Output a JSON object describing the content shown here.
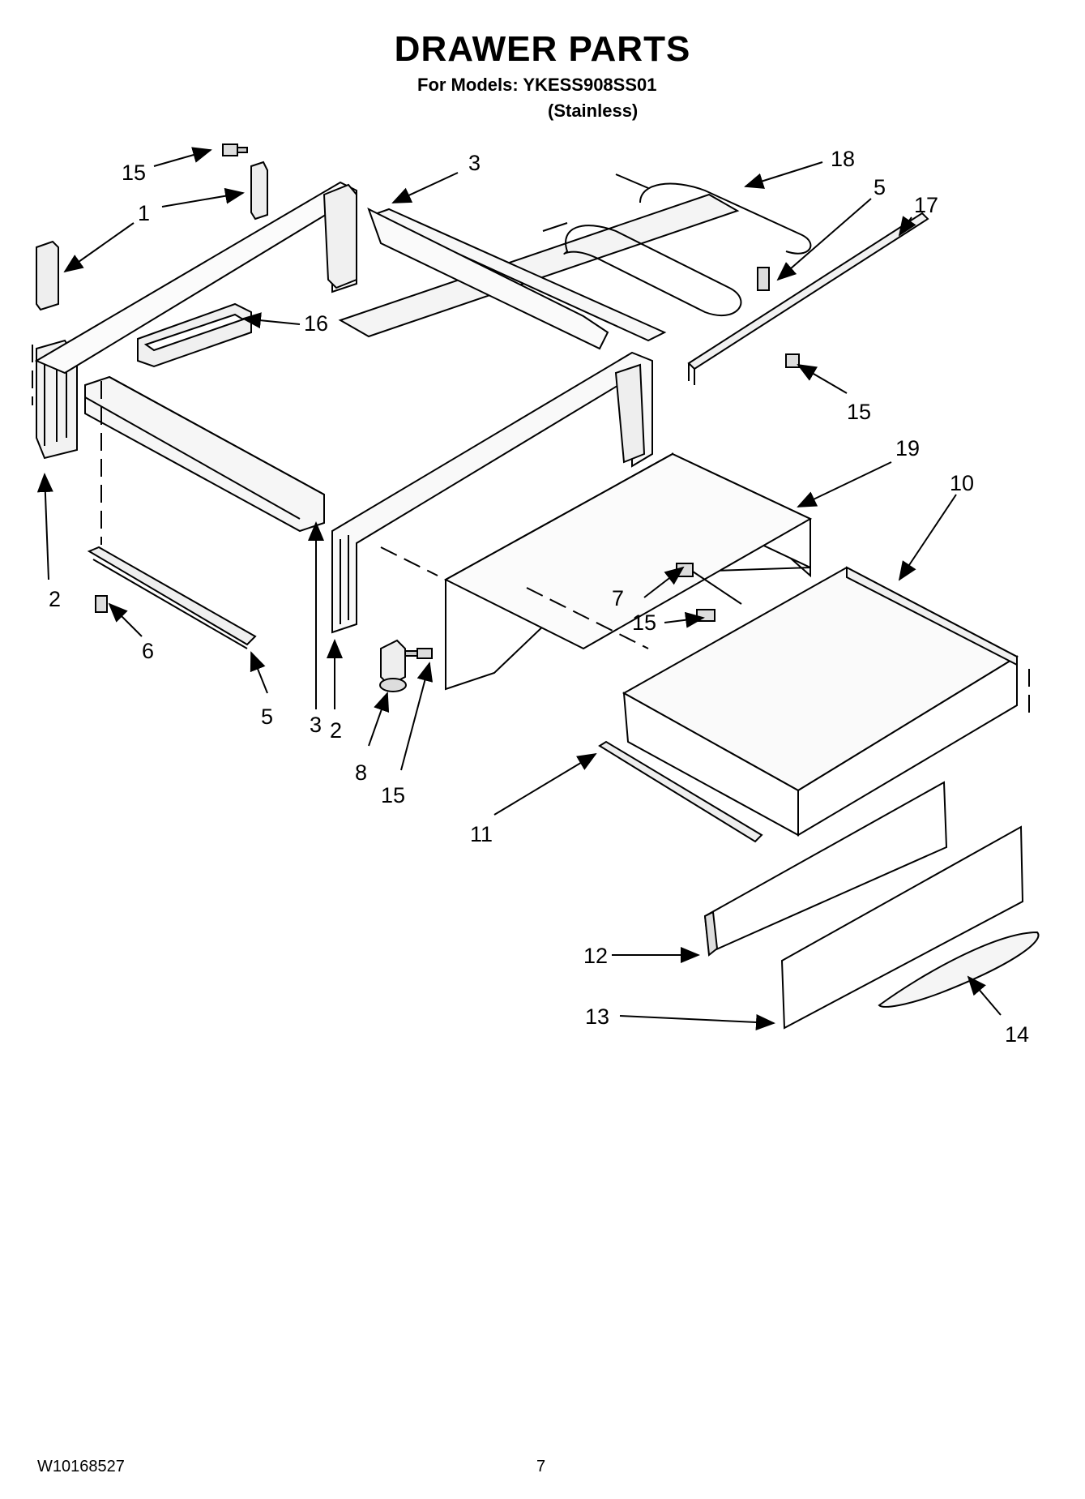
{
  "header": {
    "title": "DRAWER PARTS",
    "models_line": "For Models: YKESS908SS01",
    "variant_line": "(Stainless)"
  },
  "footer": {
    "doc_code": "W10168527",
    "page_number": "7"
  },
  "callouts": [
    {
      "id": "c15a",
      "text": "15"
    },
    {
      "id": "c1",
      "text": "1"
    },
    {
      "id": "c3a",
      "text": "3"
    },
    {
      "id": "c18",
      "text": "18"
    },
    {
      "id": "c5a",
      "text": "5"
    },
    {
      "id": "c17",
      "text": "17"
    },
    {
      "id": "c16",
      "text": "16"
    },
    {
      "id": "c15b",
      "text": "15"
    },
    {
      "id": "c19",
      "text": "19"
    },
    {
      "id": "c10",
      "text": "10"
    },
    {
      "id": "c2a",
      "text": "2"
    },
    {
      "id": "c7",
      "text": "7"
    },
    {
      "id": "c15c",
      "text": "15"
    },
    {
      "id": "c6",
      "text": "6"
    },
    {
      "id": "c5b",
      "text": "5"
    },
    {
      "id": "c3b",
      "text": "3"
    },
    {
      "id": "c2b",
      "text": "2"
    },
    {
      "id": "c8",
      "text": "8"
    },
    {
      "id": "c15d",
      "text": "15"
    },
    {
      "id": "c11",
      "text": "11"
    },
    {
      "id": "c12",
      "text": "12"
    },
    {
      "id": "c13",
      "text": "13"
    },
    {
      "id": "c14",
      "text": "14"
    }
  ]
}
